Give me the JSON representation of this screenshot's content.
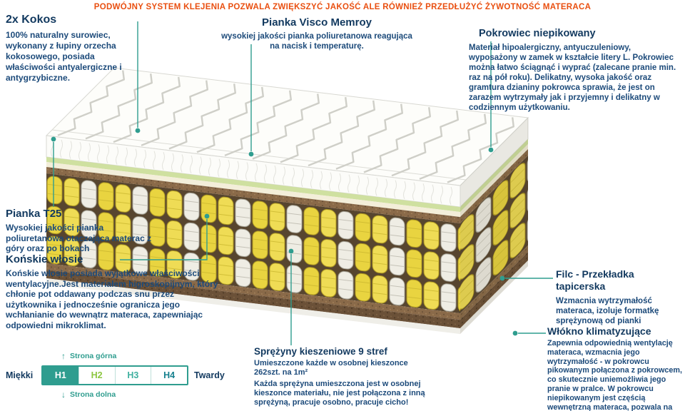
{
  "header": {
    "text": "PODWÓJNY SYSTEM KLEJENIA POZWALA ZWIĘKSZYĆ JAKOŚĆ ALE RÓWNIEŻ PRZEDŁUŻYĆ ŻYWOTNOŚĆ MATERACA"
  },
  "annotations": {
    "kokos": {
      "title": "2x Kokos",
      "body": "100% naturalny surowiec, wykonany z łupiny orzecha kokosowego, posiada właściwości antyalergiczne i antygrzybiczne."
    },
    "visco": {
      "title": "Pianka Visco Memroy",
      "body": "wysokiej jakości pianka poliuretanowa reagująca na nacisk i temperaturę."
    },
    "pokrowiec": {
      "title": "Pokrowiec niepikowany",
      "body": "Materiał hipoalergiczny, antyuczuleniowy, wyposażony w zamek w kształcie litery L. Pokrowiec można łatwo ściągnąć i wyprać (zalecane pranie min. raz na pół roku). Delikatny, wysoka jakość oraz gramtura dzianiny pokrowca sprawia, że jest on zarazem wytrzymały jak i przyjemny i delikatny w codziennym użytkowaniu."
    },
    "pianka_t25": {
      "title": "Pianka T25",
      "body": "Wysokiej jakości pianka poliuretanowa otaczająca materac z góry oraz po bokach"
    },
    "konskie_wlosie": {
      "title": "Końskie włosie",
      "body": "Końskie włosie posiada wyjątkowe właściwości wentylacyjne.Jest materiałem higroskopijnym, który chłonie pot oddawany podczas snu przez użytkownika i jednocześnie ogranicza jego wchłanianie do wewnątrz materaca, zapewniając odpowiedni mikroklimat."
    },
    "sprezyny": {
      "title": "Sprężyny kieszeniowe 9 stref",
      "body": "Umieszczone każde w osobnej kieszonce 262szt. na 1m²",
      "body2": "Każda sprężyna umieszczona jest w osobnej kieszonce materiału, nie jest połączona z inną sprężyną, pracuje osobno, pracuje cicho!"
    },
    "filc": {
      "title": "Filc - Przekładka tapicerska",
      "body": "Wzmacnia wytrzymałość materaca, izoluje formatkę sprężynową od pianki"
    },
    "wlokno": {
      "title": "Włókno klimatyzujące",
      "body": "Zapewnia odpowiednią wentylację materaca, wzmacnia jego wytrzymałość - w pokrowcu pikowanym połączona z pokrowcem, co skutecznie uniemożliwia jego pranie w pralce. W pokrowcu niepikowanym jest częścią wewnętrzną materaca, pozwala na pranie pokrowca w pralce."
    }
  },
  "hardness_scale": {
    "top_label": "Strona górna",
    "bottom_label": "Strona dolna",
    "left_label": "Miękki",
    "right_label": "Twardy",
    "levels": [
      {
        "label": "H1",
        "bg": "#2f9d8f",
        "color": "#ffffff"
      },
      {
        "label": "H2",
        "bg": "",
        "color": "#8cc63f"
      },
      {
        "label": "H3",
        "bg": "",
        "color": "#3fb0a0"
      },
      {
        "label": "H4",
        "bg": "",
        "color": "#15808e"
      }
    ]
  },
  "icons": {
    "up_arrow": "↑",
    "down_arrow": "↓"
  },
  "colors": {
    "accent_teal": "#2f9d8f",
    "header_orange": "#e94f10",
    "heading_navy": "#12395f",
    "body_navy": "#1c4a7a",
    "spring_yellow": "#e9d440",
    "spring_white": "#efede4",
    "base_brown": "#6b5138"
  }
}
